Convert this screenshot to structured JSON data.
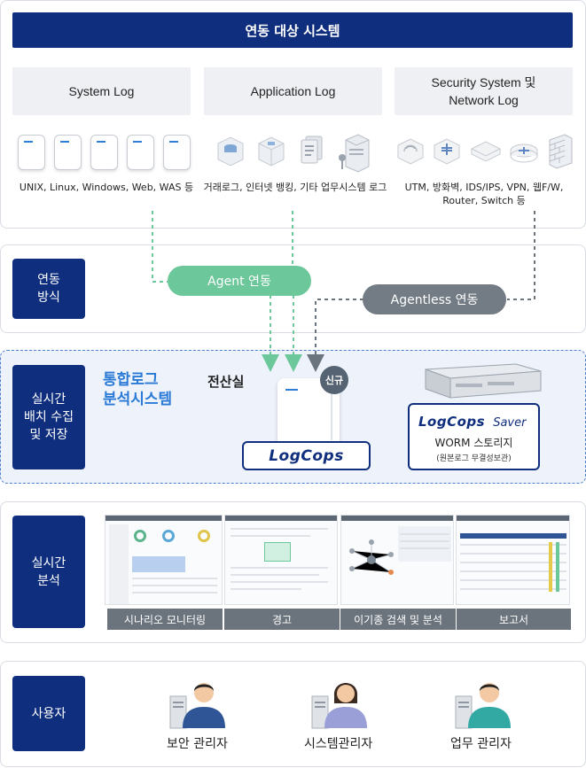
{
  "target_systems": {
    "banner": "연동 대상 시스템",
    "categories": [
      {
        "label": "System Log",
        "caption": "UNIX, Linux, Windows, Web, WAS 등"
      },
      {
        "label": "Application Log",
        "caption": "거래로그, 인터넷 뱅킹, 기타 업무시스템 로그"
      },
      {
        "label": "Security System 및\nNetwork Log",
        "caption": "UTM, 방화벽, IDS/IPS, VPN, 웹F/W,\nRouter, Switch 등"
      }
    ]
  },
  "method": {
    "section_label": "연동\n방식",
    "agent_label": "Agent 연동",
    "agentless_label": "Agentless 연동"
  },
  "realtime": {
    "section_label": "실시간\n배치 수집\n및 저장",
    "title": "통합로그\n분석시스템",
    "datacenter": "전산실",
    "badge_new": "신규",
    "product_logo": "LogCops",
    "saver_logo": "LogCops",
    "saver_suffix": "Saver",
    "worm": "WORM 스토리지",
    "worm_sub": "(원본로그 무결성보관)"
  },
  "analysis": {
    "section_label": "실시간\n분석",
    "captions": [
      "시나리오 모니터링",
      "경고",
      "이기종 검색 및 분석",
      "보고서"
    ]
  },
  "users": {
    "section_label": "사용자",
    "roles": [
      "보안 관리자",
      "시스템관리자",
      "업무 관리자"
    ]
  },
  "colors": {
    "navy": "#0f2e7d",
    "agent_green": "#6cc79a",
    "agentless_gray": "#737b84",
    "accent_blue": "#2a7ad6"
  }
}
